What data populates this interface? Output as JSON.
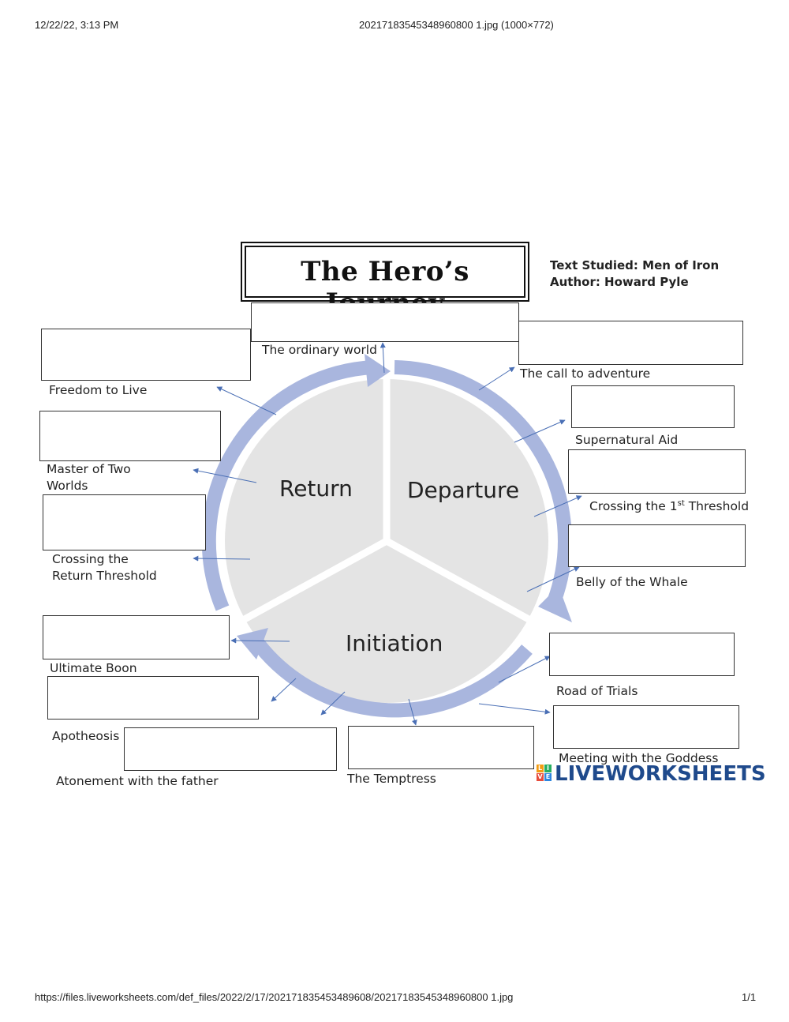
{
  "browser_header": {
    "datetime": "12/22/22, 3:13 PM",
    "file_title": "20217183545348960800 1.jpg (1000×772)"
  },
  "worksheet": {
    "title": "The Hero’s Journey",
    "text_studied": "Text Studied: Men of Iron",
    "author": "Author: Howard Pyle",
    "phases": {
      "return": "Return",
      "departure": "Departure",
      "initiation": "Initiation"
    },
    "stages": {
      "ordinary_world": "The ordinary world",
      "call_to_adventure": "The call to adventure",
      "supernatural_aid": "Supernatural Aid",
      "crossing_first_threshold": "Crossing the 1",
      "crossing_first_threshold_sup": "st",
      "crossing_first_threshold_tail": " Threshold",
      "belly_of_the_whale": "Belly of the Whale",
      "road_of_trials": "Road of Trials",
      "meeting_with_the_goddess": "Meeting with the Goddess",
      "the_temptress": "The Temptress",
      "atonement_with_the_father": "Atonement with the father",
      "apotheosis": "Apotheosis",
      "ultimate_boon": "Ultimate Boon",
      "crossing_return_threshold_line1": "Crossing the",
      "crossing_return_threshold_line2": "Return Threshold",
      "master_of_two_worlds_line1": "Master of Two",
      "master_of_two_worlds_line2": "Worlds",
      "freedom_to_live": "Freedom to Live"
    },
    "brand": {
      "name": "LIVEWORKSHEETS",
      "mark_letters": [
        "L",
        "I",
        "V",
        "E"
      ],
      "mark_colors": [
        "#f39c12",
        "#27ae60",
        "#e74c3c",
        "#2e86de"
      ],
      "color": "#1f4a8c"
    },
    "colors": {
      "ring": "#a9b6de",
      "pie": "#e4e4e4",
      "connector": "#4a6fb5"
    }
  },
  "browser_footer": {
    "url": "https://files.liveworksheets.com/def_files/2022/2/17/202171835453489608/20217183545348960800 1.jpg",
    "page": "1/1"
  }
}
